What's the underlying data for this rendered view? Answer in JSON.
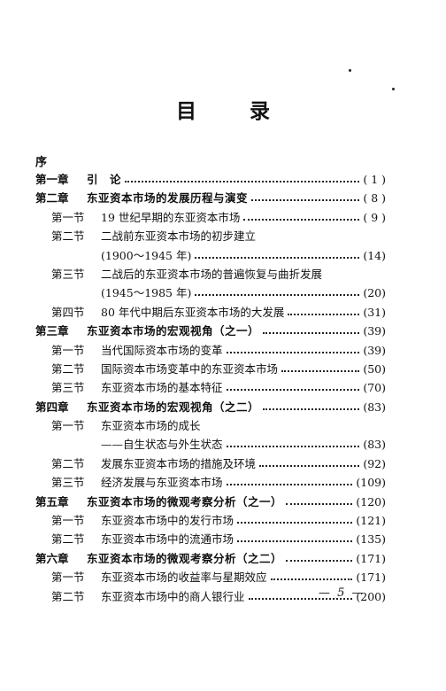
{
  "title": "目  录",
  "preface": "序",
  "entries": [
    {
      "kind": "chapter",
      "label": "第一章",
      "title": "引　论",
      "page": "( 1 )"
    },
    {
      "kind": "chapter",
      "label": "第二章",
      "title": "东亚资本市场的发展历程与演变",
      "page": "( 8 )"
    },
    {
      "kind": "section",
      "label": "第一节",
      "title": "19 世纪早期的东亚资本市场",
      "page": "( 9 )"
    },
    {
      "kind": "section",
      "label": "第二节",
      "title": "二战前东亚资本市场的初步建立",
      "page": ""
    },
    {
      "kind": "cont",
      "label": "",
      "title": "(1900～1945 年)",
      "page": "(14)"
    },
    {
      "kind": "section",
      "label": "第三节",
      "title": "二战后的东亚资本市场的普遍恢复与曲折发展",
      "page": ""
    },
    {
      "kind": "cont",
      "label": "",
      "title": "(1945～1985 年)",
      "page": "(20)"
    },
    {
      "kind": "section",
      "label": "第四节",
      "title": "80 年代中期后东亚资本市场的大发展",
      "page": "(31)"
    },
    {
      "kind": "chapter",
      "label": "第三章",
      "title": "东亚资本市场的宏观视角（之一）",
      "page": "(39)"
    },
    {
      "kind": "section",
      "label": "第一节",
      "title": "当代国际资本市场的变革",
      "page": "(39)"
    },
    {
      "kind": "section",
      "label": "第二节",
      "title": "国际资本市场变革中的东亚资本市场",
      "page": "(50)"
    },
    {
      "kind": "section",
      "label": "第三节",
      "title": "东亚资本市场的基本特征",
      "page": "(70)"
    },
    {
      "kind": "chapter",
      "label": "第四章",
      "title": "东亚资本市场的宏观视角（之二）",
      "page": "(83)"
    },
    {
      "kind": "section",
      "label": "第一节",
      "title": "东亚资本市场的成长",
      "page": ""
    },
    {
      "kind": "cont",
      "label": "",
      "title": "——自生状态与外生状态",
      "page": "(83)"
    },
    {
      "kind": "section",
      "label": "第二节",
      "title": "发展东亚资本市场的措施及环境",
      "page": "(92)"
    },
    {
      "kind": "section",
      "label": "第三节",
      "title": "经济发展与东亚资本市场",
      "page": "(109)"
    },
    {
      "kind": "chapter",
      "label": "第五章",
      "title": "东亚资本市场的微观考察分析（之一）",
      "page": "(120)"
    },
    {
      "kind": "section",
      "label": "第一节",
      "title": "东亚资本市场中的发行市场",
      "page": "(121)"
    },
    {
      "kind": "section",
      "label": "第二节",
      "title": "东亚资本市场中的流通市场",
      "page": "(135)"
    },
    {
      "kind": "chapter",
      "label": "第六章",
      "title": "东亚资本市场的微观考察分析（之二）",
      "page": "(171)"
    },
    {
      "kind": "section",
      "label": "第一节",
      "title": "东亚资本市场的收益率与星期效应",
      "page": "(171)"
    },
    {
      "kind": "section",
      "label": "第二节",
      "title": "东亚资本市场中的商人银行业",
      "page": "(200)"
    }
  ],
  "footer": "— 5 —"
}
